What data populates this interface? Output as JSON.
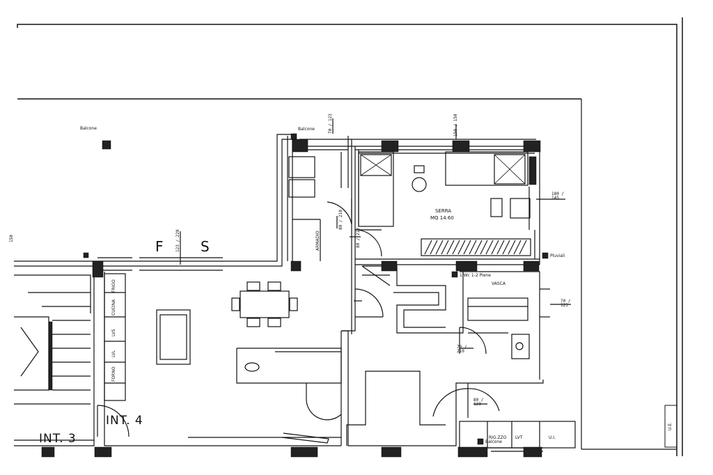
{
  "labels": {
    "balcone_left": "Balcone",
    "balcone_top": "Balcone",
    "balcone_bottom": "Balcone",
    "serra": "SERRA",
    "serra_area": "MQ 14.60",
    "fs_f": "F",
    "fs_s": "S",
    "pluviali": "Pluviali",
    "vasca_note": "1 Wc 1-2 Piene",
    "vasca": "VASCA",
    "int4": "INT. 4",
    "int3": "INT. 3",
    "cabinet_frigo": "FRIGO",
    "cabinet_cucina": "CUCINA",
    "cabinet_lvs": "LVS",
    "cabinet_lvl": "LVL",
    "cabinet_forno": "FORNO",
    "armadio": "ARMADIO",
    "bottom_lvt": "LVT",
    "bottom_ui": "U.I.",
    "bottom_rig": "RIG.ZZO",
    "ue_label": "U.E."
  },
  "dimensions": {
    "d_top1": "70 / 123",
    "d_top2": "150 / 150",
    "d_right1": "180 / 145",
    "d_right2": "70 / 123",
    "d_door1": "80 / 210",
    "d_door2": "80 / 210",
    "d_door3": "70 / 210",
    "d_door4": "80 / 123",
    "d_fs": "123 / 220",
    "d_left": "150"
  }
}
